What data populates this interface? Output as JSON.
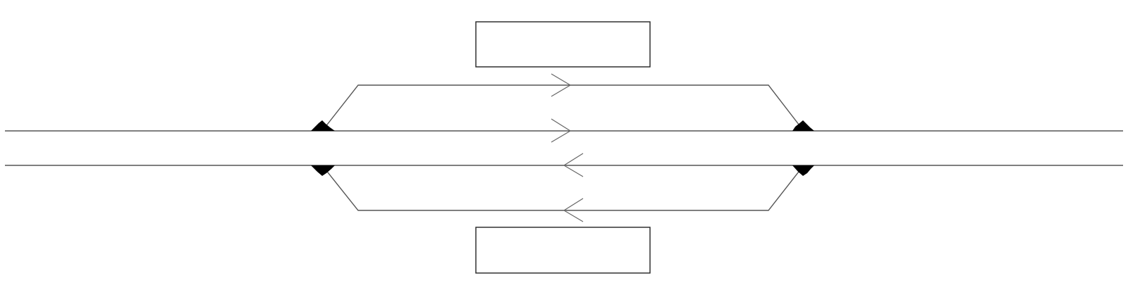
{
  "diagram": {
    "kind": "railway-station-track-layout",
    "colors": {
      "track": "#555555",
      "arrow": "#666666",
      "platform_stroke": "#222222",
      "platform_fill": "#ffffff",
      "turnout_marker": "#000000",
      "background": "#ffffff"
    },
    "tracks": [
      {
        "id": "siding-upper",
        "role": "station loop (upper)",
        "direction": "right"
      },
      {
        "id": "main-upper",
        "role": "main line (upper)",
        "direction": "right"
      },
      {
        "id": "main-lower",
        "role": "main line (lower)",
        "direction": "left"
      },
      {
        "id": "siding-lower",
        "role": "station loop (lower)",
        "direction": "left"
      }
    ],
    "turnouts": [
      {
        "id": "turnout-west-upper"
      },
      {
        "id": "turnout-east-upper"
      },
      {
        "id": "turnout-west-lower"
      },
      {
        "id": "turnout-east-lower"
      }
    ],
    "platforms": [
      {
        "id": "platform-upper",
        "label": ""
      },
      {
        "id": "platform-lower",
        "label": ""
      }
    ]
  }
}
